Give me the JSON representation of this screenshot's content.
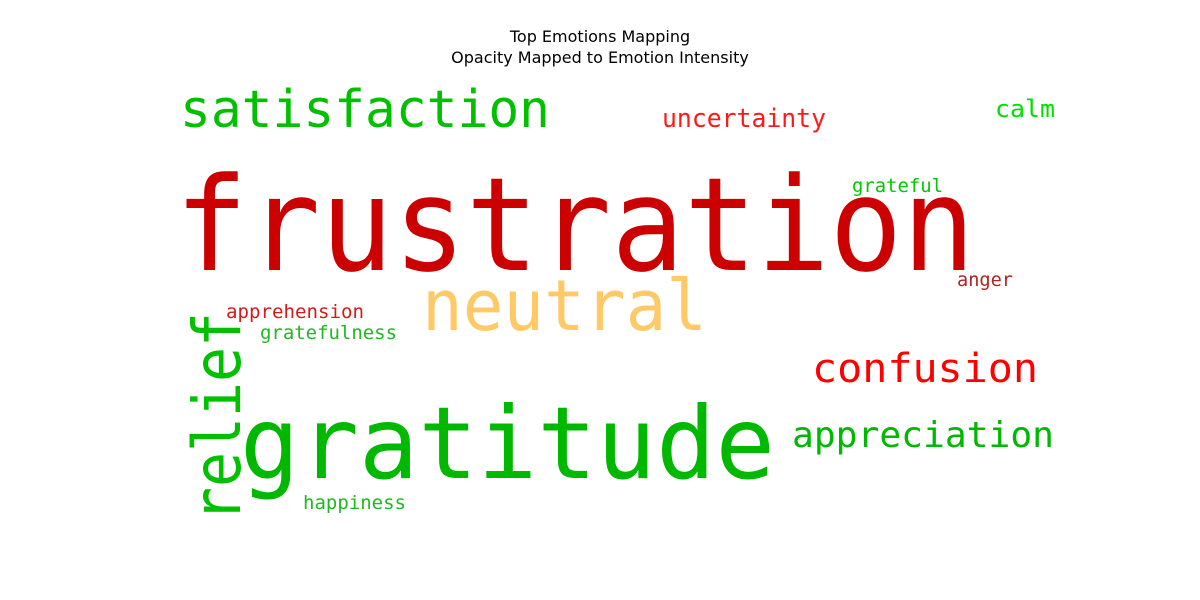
{
  "chart_data": {
    "type": "wordcloud",
    "title": "Top Emotions Mapping",
    "subtitle": "Opacity Mapped to Emotion Intensity",
    "words": [
      {
        "text": "frustration",
        "color": "#cc0000",
        "opacity": 1.0
      },
      {
        "text": "gratitude",
        "color": "#00b800",
        "opacity": 1.0
      },
      {
        "text": "neutral",
        "color": "#ffc04d",
        "opacity": 0.85
      },
      {
        "text": "satisfaction",
        "color": "#00c000",
        "opacity": 1.0
      },
      {
        "text": "relief",
        "color": "#00c000",
        "opacity": 1.0
      },
      {
        "text": "confusion",
        "color": "#ff0000",
        "opacity": 1.0
      },
      {
        "text": "appreciation",
        "color": "#00b800",
        "opacity": 1.0
      },
      {
        "text": "uncertainty",
        "color": "#ff1a1a",
        "opacity": 1.0
      },
      {
        "text": "calm",
        "color": "#00e000",
        "opacity": 1.0
      },
      {
        "text": "grateful",
        "color": "#00c800",
        "opacity": 1.0
      },
      {
        "text": "anger",
        "color": "#b22222",
        "opacity": 1.0
      },
      {
        "text": "apprehension",
        "color": "#d61a1a",
        "opacity": 1.0
      },
      {
        "text": "gratefulness",
        "color": "#20b820",
        "opacity": 1.0
      },
      {
        "text": "happiness",
        "color": "#20b820",
        "opacity": 1.0
      }
    ]
  }
}
